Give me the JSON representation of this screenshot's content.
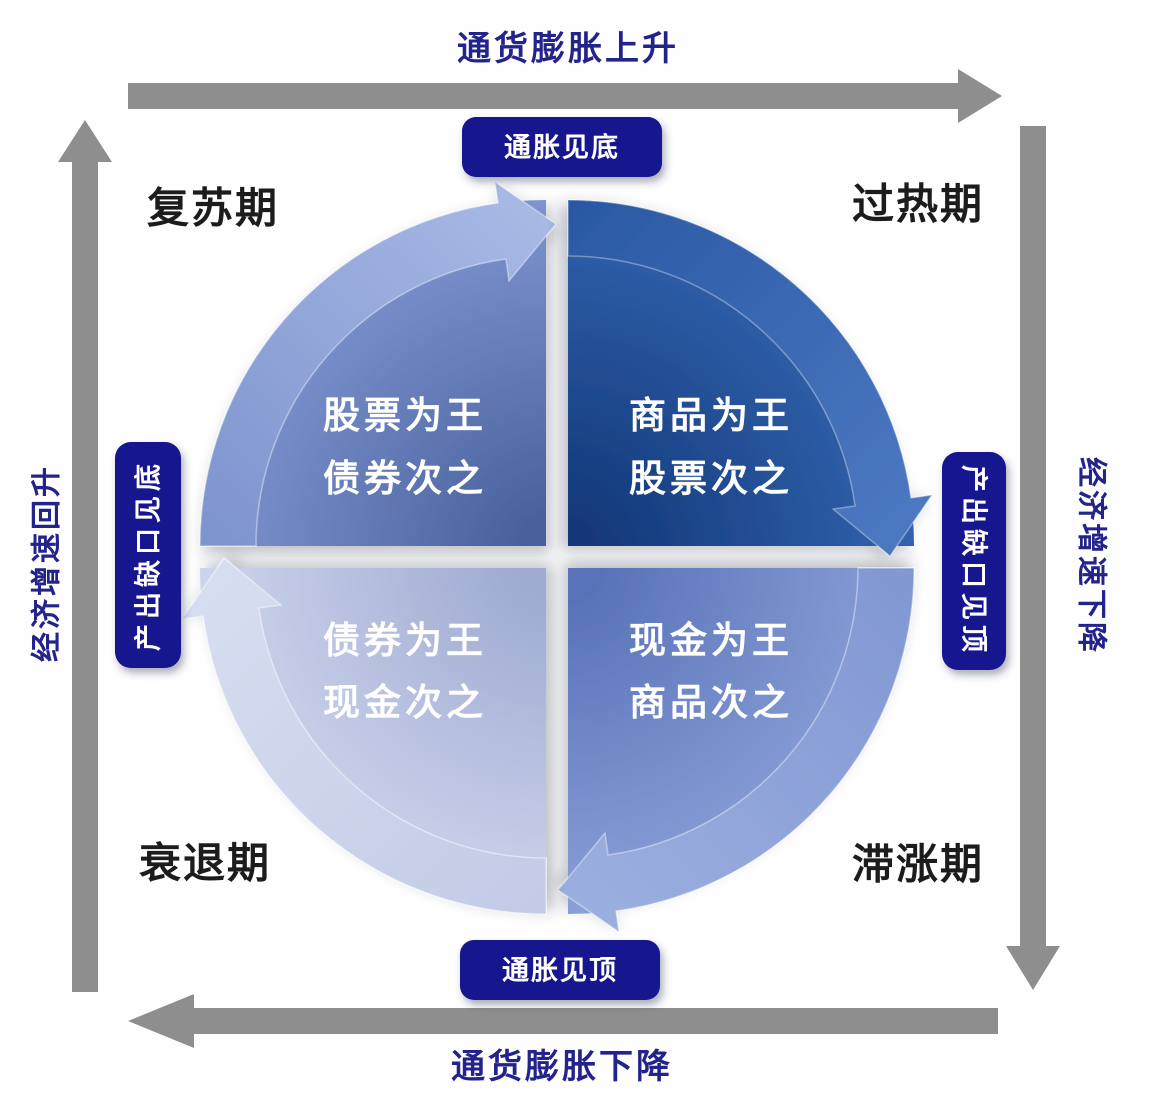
{
  "axis_labels": {
    "top": "通货膨胀上升",
    "bottom": "通货膨胀下降",
    "left": "经济增速回升",
    "right": "经济增速下降"
  },
  "turning_points": {
    "top": "通胀见底",
    "bottom": "通胀见顶",
    "left": "产出缺口见底",
    "right": "产出缺口见顶"
  },
  "quadrants": [
    {
      "position": "top-left",
      "phase": "复苏期",
      "strategy_line1": "股票为王",
      "strategy_line2": "债券次之"
    },
    {
      "position": "top-right",
      "phase": "过热期",
      "strategy_line1": "商品为王",
      "strategy_line2": "股票次之"
    },
    {
      "position": "bottom-right",
      "phase": "滞涨期",
      "strategy_line1": "现金为王",
      "strategy_line2": "商品次之"
    },
    {
      "position": "bottom-left",
      "phase": "衰退期",
      "strategy_line1": "债券为王",
      "strategy_line2": "现金次之"
    }
  ],
  "colors": {
    "background": "#fefefe",
    "axis_arrow": "#8e8e8e",
    "axis_label": "#23238c",
    "phase_label": "#1c1c1c",
    "badge_bg": "#12128e",
    "badge_text": "#ffffff",
    "strategy_text": "#ffffff",
    "recovery_fill": "#5d77bb",
    "overheat_fill": "#1d4a92",
    "stagflation_fill": "#7289c9",
    "recession_fill": "#b7c0e0"
  }
}
